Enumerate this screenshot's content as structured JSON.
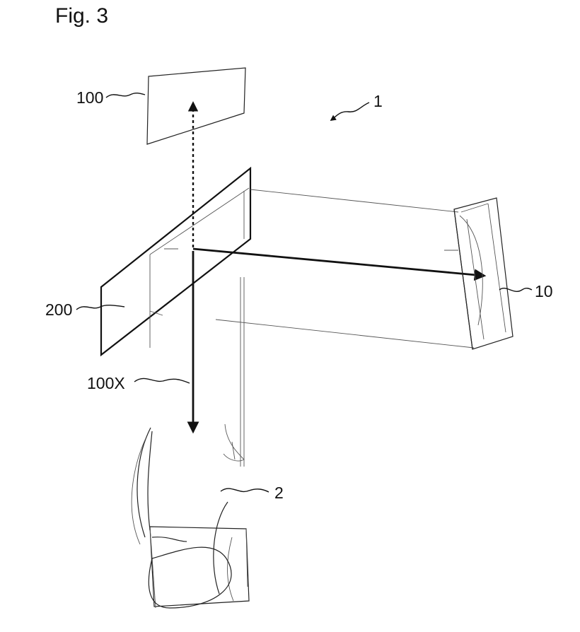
{
  "figure": {
    "title": "Fig. 3"
  },
  "labels": {
    "system": "1",
    "display": "100",
    "combiner": "200",
    "virtual_image": "100X",
    "eye": "2",
    "optic": "10"
  },
  "colors": {
    "ink": "#111111",
    "background": "#ffffff"
  }
}
